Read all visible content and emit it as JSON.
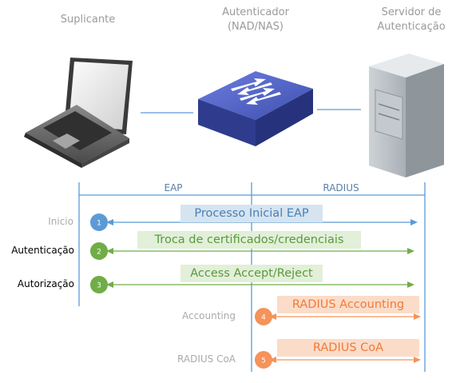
{
  "headers": {
    "supplicant": "Suplicante",
    "authenticator": "Autenticador\n(NAD/NAS)",
    "server": "Servidor de\nAutenticação"
  },
  "protocols": {
    "left": "EAP",
    "right": "RADIUS"
  },
  "steps": [
    {
      "label": "Inicio",
      "number": "1",
      "message": "Processo Inicial EAP",
      "color": "#5b9bd5",
      "box": "#d6e4f0",
      "text_color": "#4a7fb5",
      "label_color": "#aaaaaa"
    },
    {
      "label": "Autenticação",
      "number": "2",
      "message": "Troca de certificados/credenciais",
      "color": "#70ad47",
      "box": "#e2efd9",
      "text_color": "#5a9a3a",
      "label_color": "#000000"
    },
    {
      "label": "Autorização",
      "number": "3",
      "message": "Access Accept/Reject",
      "color": "#70ad47",
      "box": "#e2efd9",
      "text_color": "#5a9a3a",
      "label_color": "#000000"
    },
    {
      "label": "Accounting",
      "number": "4",
      "message": "RADIUS Accounting",
      "color": "#f4935a",
      "box": "#fbdcc8",
      "text_color": "#f07a3a",
      "label_color": "#aaaaaa"
    },
    {
      "label": "RADIUS CoA",
      "number": "5",
      "message": "RADIUS CoA",
      "color": "#f4935a",
      "box": "#fbdcc8",
      "text_color": "#f07a3a",
      "label_color": "#aaaaaa"
    }
  ],
  "icons": {
    "laptop": "laptop-icon",
    "switch": "network-switch-icon",
    "server": "server-tower-icon"
  }
}
